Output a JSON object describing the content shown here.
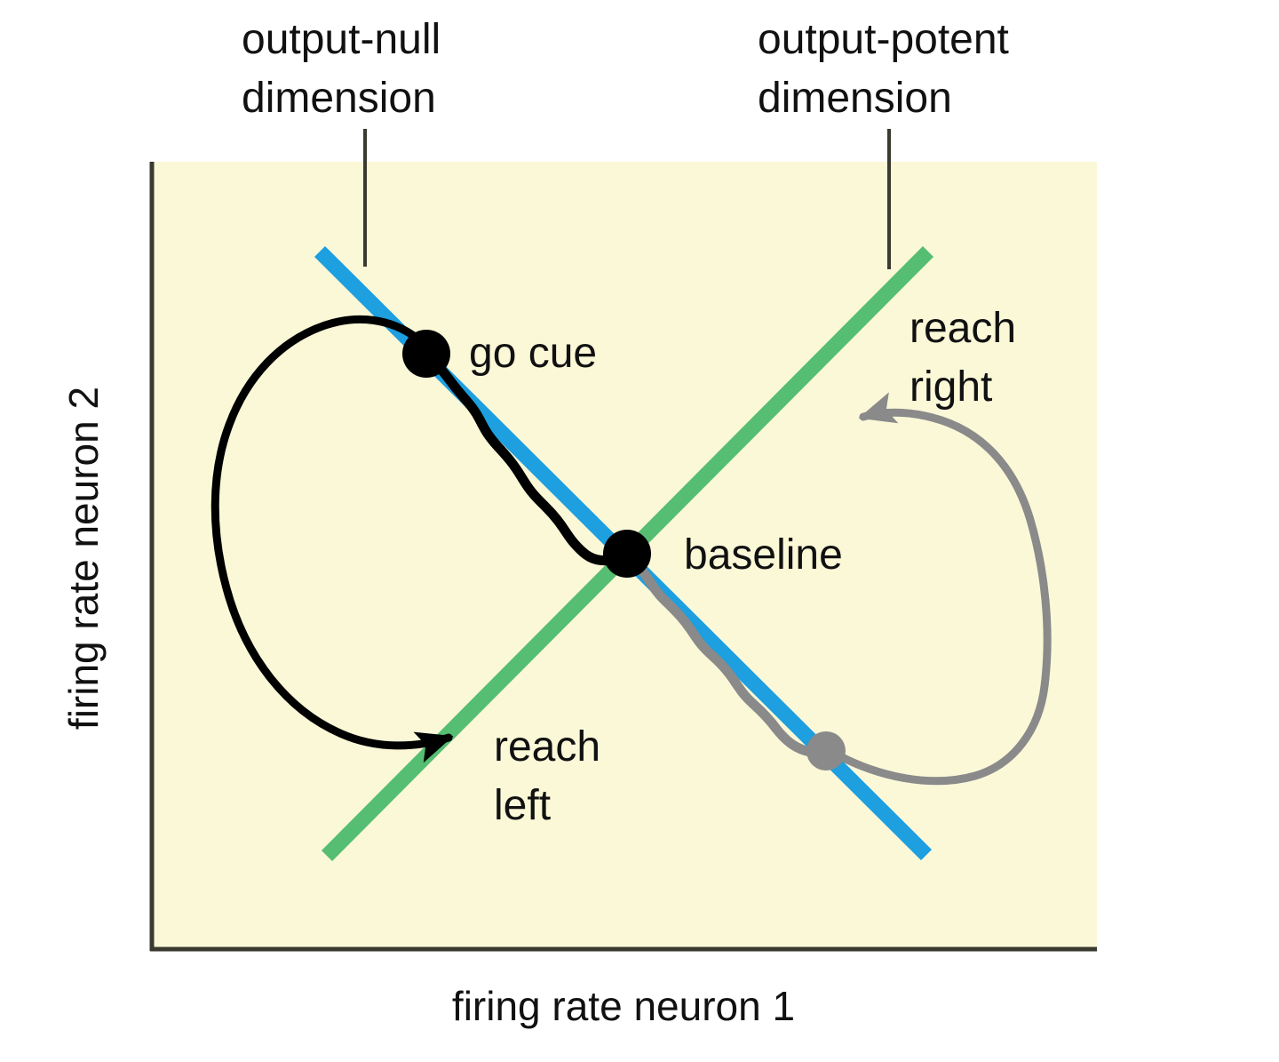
{
  "figure": {
    "type": "concept-diagram",
    "description": "Neural state space diagram showing output-null and output-potent dimensions",
    "plot_background_color": "#FBF8D8",
    "axis_color": "#3A3A30"
  },
  "axes": {
    "x_label": "firing rate neuron 1",
    "y_label": "firing rate neuron 2"
  },
  "callouts": [
    {
      "id": "output-null",
      "line1": "output-null",
      "line2": "dimension",
      "target_color": "#1D9FE0"
    },
    {
      "id": "output-potent",
      "line1": "output-potent",
      "line2": "dimension",
      "target_color": "#56BE72"
    }
  ],
  "dimension_lines": [
    {
      "name": "output-null-axis",
      "color": "#1D9FE0",
      "x1": 360,
      "y1": 283,
      "x2": 1043,
      "y2": 962,
      "width": 17
    },
    {
      "name": "output-potent-axis",
      "color": "#56BE72",
      "x1": 368,
      "y1": 963,
      "x2": 1045,
      "y2": 283,
      "width": 17
    }
  ],
  "points": [
    {
      "name": "go-cue",
      "label": "go cue",
      "x": 480,
      "y": 398,
      "r": 27,
      "color": "#000000"
    },
    {
      "name": "baseline",
      "label": "baseline",
      "x": 706,
      "y": 623,
      "r": 27,
      "color": "#000000"
    },
    {
      "name": "reach-right-start",
      "label": "",
      "x": 930,
      "y": 845,
      "r": 22,
      "color": "#8A8A8A"
    }
  ],
  "trajectories": [
    {
      "name": "reach-left",
      "label_line1": "reach",
      "label_line2": "left",
      "color": "#000000",
      "width": 9
    },
    {
      "name": "reach-right",
      "label_line1": "reach",
      "label_line2": "right",
      "color": "#8A8A8A",
      "width": 9
    }
  ],
  "chart_data": {
    "type": "scatter",
    "title": "",
    "xlabel": "firing rate neuron 1",
    "ylabel": "firing rate neuron 2",
    "annotations": [
      "output-null dimension",
      "output-potent dimension",
      "go cue",
      "baseline",
      "reach left",
      "reach right"
    ],
    "series": [
      {
        "name": "output-null dimension",
        "kind": "line",
        "color": "#1D9FE0",
        "points": [
          [
            360,
            283
          ],
          [
            1043,
            962
          ]
        ]
      },
      {
        "name": "output-potent dimension",
        "kind": "line",
        "color": "#56BE72",
        "points": [
          [
            368,
            963
          ],
          [
            1045,
            283
          ]
        ]
      },
      {
        "name": "reach left trajectory",
        "kind": "path",
        "color": "#000000",
        "points": [
          [
            480,
            398
          ],
          [
            706,
            623
          ]
        ]
      },
      {
        "name": "reach right trajectory",
        "kind": "path",
        "color": "#8A8A8A",
        "points": [
          [
            706,
            623
          ],
          [
            930,
            845
          ]
        ]
      }
    ],
    "markers": [
      {
        "label": "go cue",
        "x": 480,
        "y": 398,
        "color": "#000000"
      },
      {
        "label": "baseline",
        "x": 706,
        "y": 623,
        "color": "#000000"
      },
      {
        "label": "reach right onset",
        "x": 930,
        "y": 845,
        "color": "#8A8A8A"
      }
    ],
    "grid": false,
    "legend": "none"
  }
}
